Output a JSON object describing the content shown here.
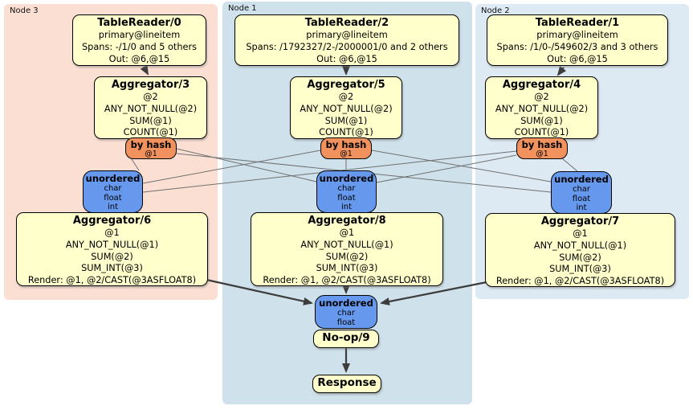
{
  "regions": [
    {
      "label": "Node 3",
      "color": "#fcdfd3"
    },
    {
      "label": "Node 1",
      "color": "#cfe1eb"
    },
    {
      "label": "Node 2",
      "color": "#ddeaf3"
    }
  ],
  "processors": {
    "tablereader0": {
      "title": "TableReader/0",
      "lines": [
        "primary@lineitem",
        "Spans: -/1/0 and 5 others",
        "Out: @6,@15"
      ]
    },
    "tablereader2": {
      "title": "TableReader/2",
      "lines": [
        "primary@lineitem",
        "Spans: /1792327/2-/2000001/0 and 2 others",
        "Out: @6,@15"
      ]
    },
    "tablereader1": {
      "title": "TableReader/1",
      "lines": [
        "primary@lineitem",
        "Spans: /1/0-/549602/3 and 3 others",
        "Out: @6,@15"
      ]
    },
    "aggregator3": {
      "title": "Aggregator/3",
      "lines": [
        "@2",
        "ANY_NOT_NULL(@2)",
        "SUM(@1)",
        "COUNT(@1)"
      ]
    },
    "aggregator5": {
      "title": "Aggregator/5",
      "lines": [
        "@2",
        "ANY_NOT_NULL(@2)",
        "SUM(@1)",
        "COUNT(@1)"
      ]
    },
    "aggregator4": {
      "title": "Aggregator/4",
      "lines": [
        "@2",
        "ANY_NOT_NULL(@2)",
        "SUM(@1)",
        "COUNT(@1)"
      ]
    },
    "aggregator6": {
      "title": "Aggregator/6",
      "lines": [
        "@1",
        "ANY_NOT_NULL(@1)",
        "SUM(@2)",
        "SUM_INT(@3)",
        "Render: @1, @2/CAST(@3ASFLOAT8)"
      ]
    },
    "aggregator8": {
      "title": "Aggregator/8",
      "lines": [
        "@1",
        "ANY_NOT_NULL(@1)",
        "SUM(@2)",
        "SUM_INT(@3)",
        "Render: @1, @2/CAST(@3ASFLOAT8)"
      ]
    },
    "aggregator7": {
      "title": "Aggregator/7",
      "lines": [
        "@1",
        "ANY_NOT_NULL(@1)",
        "SUM(@2)",
        "SUM_INT(@3)",
        "Render: @1, @2/CAST(@3ASFLOAT8)"
      ]
    },
    "noop9": {
      "title": "No-op/9"
    },
    "response": {
      "title": "Response"
    }
  },
  "routers": {
    "hash3": {
      "label": "by hash",
      "detail": "@1"
    },
    "hash5": {
      "label": "by hash",
      "detail": "@1"
    },
    "hash4": {
      "label": "by hash",
      "detail": "@1"
    }
  },
  "syncs": {
    "unordered3": {
      "label": "unordered",
      "lines": [
        "char",
        "float",
        "int"
      ]
    },
    "unordered8": {
      "label": "unordered",
      "lines": [
        "char",
        "float",
        "int"
      ]
    },
    "unordered7": {
      "label": "unordered",
      "lines": [
        "char",
        "float",
        "int"
      ]
    },
    "unordered_final": {
      "label": "unordered",
      "lines": [
        "char",
        "float"
      ]
    }
  },
  "colors": {
    "node3_region": "#fcdfd3",
    "node1_region": "#cfe1eb",
    "node2_region": "#ddeaf3",
    "processor_fill": "#ffffcc",
    "router_fill": "#f0915e",
    "sync_fill": "#6699ee",
    "arrow": "#3d3d3d",
    "stream_line": "#707070"
  }
}
